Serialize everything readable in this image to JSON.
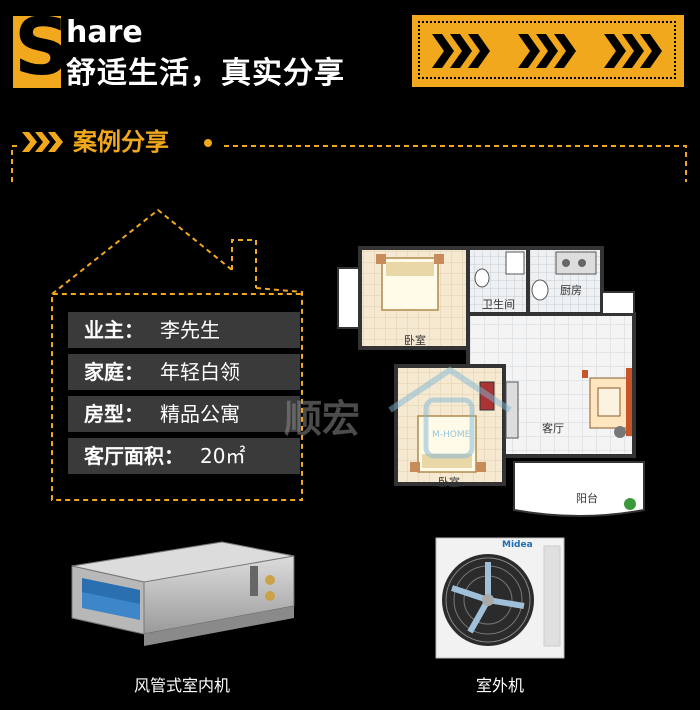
{
  "header": {
    "s_letter": "S",
    "title_suffix": "hare",
    "slogan": "舒适生活，真实分享"
  },
  "section": {
    "title": "案例分享"
  },
  "info": [
    {
      "label": "业主：",
      "value": "李先生"
    },
    {
      "label": "家庭：",
      "value": "年轻白领"
    },
    {
      "label": "房型：",
      "value": "精品公寓"
    },
    {
      "label": "客厅面积：",
      "value": "20㎡"
    }
  ],
  "floorplan": {
    "rooms": {
      "bedroom_top": "卧室",
      "bathroom": "卫生间",
      "kitchen": "厨房",
      "living": "客厅",
      "bedroom_bottom": "卧室",
      "balcony": "阳台"
    },
    "watermark": "顺宏",
    "watermark_sub": "M-HOME"
  },
  "products": {
    "indoor_caption": "风管式室内机",
    "outdoor_caption": "室外机",
    "outdoor_brand": "Midea"
  },
  "colors": {
    "accent": "#f2a81d",
    "background": "#000000",
    "row_bg": "#3a3a3a"
  }
}
